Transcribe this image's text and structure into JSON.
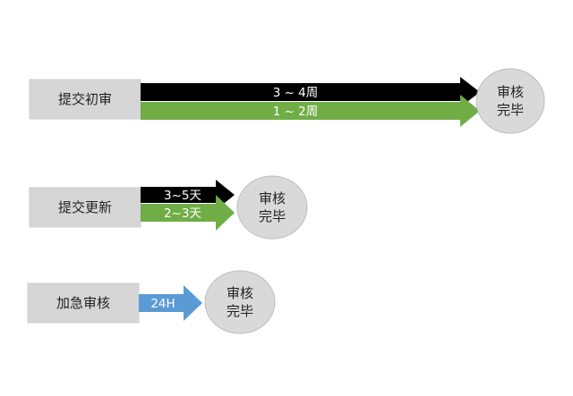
{
  "colors": {
    "box": "#d6d6d6",
    "circle": "#d9d9d9",
    "black_arrow": "#000000",
    "green_arrow": "#70ad47",
    "blue_arrow": "#5b9bd5"
  },
  "rows": [
    {
      "label": "提交初审",
      "arrows": [
        {
          "text": "3 ~ 4周",
          "color": "black"
        },
        {
          "text": "1 ~ 2周",
          "color": "green"
        }
      ],
      "end_line1": "审核",
      "end_line2": "完毕"
    },
    {
      "label": "提交更新",
      "arrows": [
        {
          "text": "3~5天",
          "color": "black"
        },
        {
          "text": "2~3天",
          "color": "green"
        }
      ],
      "end_line1": "审核",
      "end_line2": "完毕"
    },
    {
      "label": "加急审核",
      "arrows": [
        {
          "text": "24H",
          "color": "blue"
        }
      ],
      "end_line1": "审核",
      "end_line2": "完毕"
    }
  ]
}
